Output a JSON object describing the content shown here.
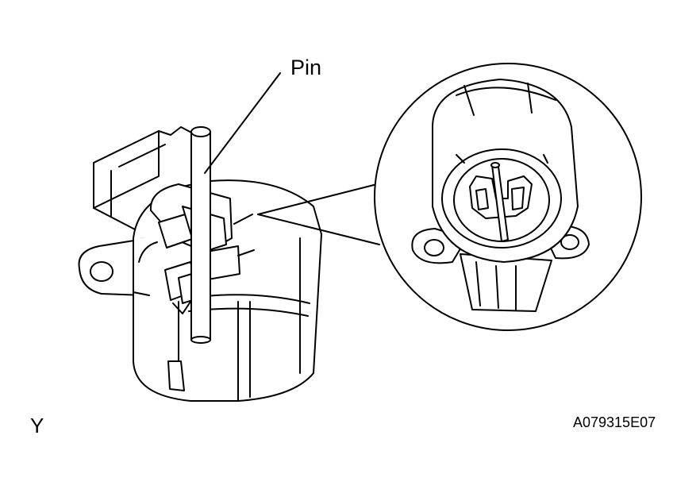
{
  "labels": {
    "pin": "Pin",
    "corner_mark": "Y",
    "figure_id": "A079315E07"
  },
  "colors": {
    "line": "#000000",
    "background": "#ffffff"
  }
}
